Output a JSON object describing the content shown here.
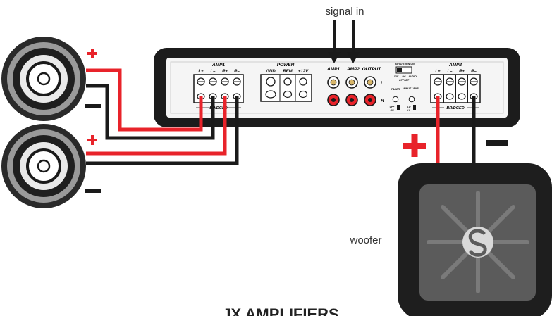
{
  "labels": {
    "signal_in": "signal in",
    "woofer": "woofer",
    "plus": "+",
    "bottom_text": "JX AMPLIFIERS"
  },
  "amp": {
    "amp1_title": "AMP1",
    "amp1_terminals": [
      "L+",
      "L–",
      "R+",
      "R–"
    ],
    "amp1_bridged": "BRIDGED",
    "power_title": "POWER",
    "power_terminals": [
      "GND",
      "REM",
      "+12V"
    ],
    "rca_headers": [
      "AMP1",
      "AMP2",
      "OUTPUT"
    ],
    "rca_rows": [
      "L",
      "R"
    ],
    "auto_turn_on": "AUTO TURN ON",
    "switch_labels": [
      "12V",
      "DC",
      "AUDIO"
    ],
    "offset": "OFFSET",
    "fader": "FADER",
    "input_level": "INPUT LEVEL",
    "fader_off_on": [
      "OFF",
      "ON"
    ],
    "lo_hi": [
      "LO",
      "HI"
    ],
    "amp2_title": "AMP2",
    "amp2_terminals": [
      "L+",
      "L–",
      "R+",
      "R–"
    ],
    "amp2_bridged": "BRIDGED"
  },
  "colors": {
    "wire_red": "#e8232a",
    "wire_black": "#1a1a1a",
    "amp_body": "#1c1c1c",
    "amp_panel": "#f4f4f4",
    "woofer_face": "#3a3a3a",
    "woofer_inner": "#5a5a5a"
  }
}
